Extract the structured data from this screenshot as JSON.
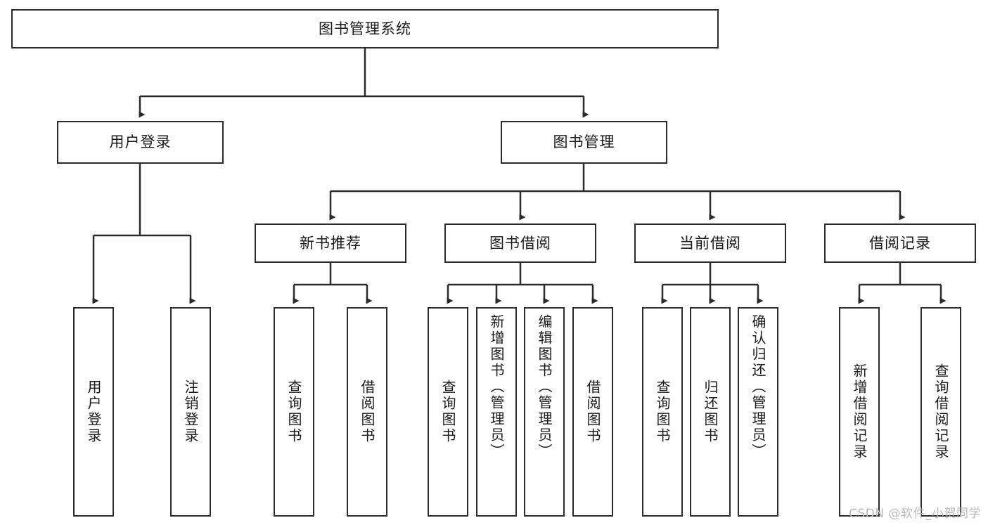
{
  "diagram": {
    "title": "图书管理系统",
    "type": "hierarchy-tree",
    "watermark": "CSDN @软件_小贺同学",
    "colors": {
      "box_border": "#2b2b2b",
      "box_fill": "#ffffff",
      "connector": "#2b2b2b",
      "text": "#1a1a1a",
      "watermark": "#b9b9b9"
    },
    "levels": {
      "root": {
        "label": "图书管理系统"
      },
      "level2": [
        {
          "label": "用户登录"
        },
        {
          "label": "图书管理"
        }
      ],
      "level3": [
        {
          "label": "新书推荐"
        },
        {
          "label": "图书借阅"
        },
        {
          "label": "当前借阅"
        },
        {
          "label": "借阅记录"
        }
      ],
      "leaves": {
        "user_login": [
          {
            "label": "用户登录"
          },
          {
            "label": "注销登录"
          }
        ],
        "new_book_recommend": [
          {
            "label": "查询图书"
          },
          {
            "label": "借阅图书"
          }
        ],
        "book_borrow": [
          {
            "label": "查询图书"
          },
          {
            "label": "新增图书（管理员）"
          },
          {
            "label": "编辑图书（管理员）"
          },
          {
            "label": "借阅图书"
          }
        ],
        "current_borrow": [
          {
            "label": "查询图书"
          },
          {
            "label": "归还图书"
          },
          {
            "label": "确认归还（管理员）"
          }
        ],
        "borrow_record": [
          {
            "label": "新增借阅记录"
          },
          {
            "label": "查询借阅记录"
          }
        ]
      }
    }
  }
}
